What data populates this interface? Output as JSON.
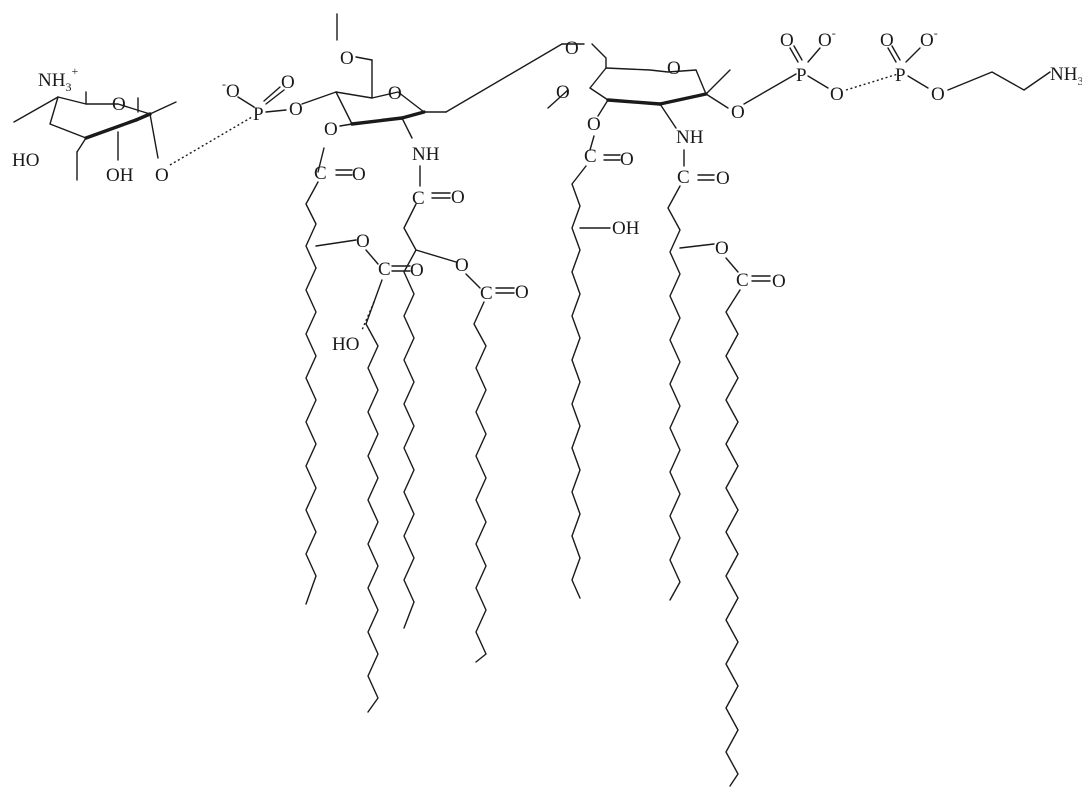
{
  "labels": {
    "o": "O",
    "oh": "OH",
    "ho": "HO",
    "nh": "NH",
    "p": "P",
    "c": "C",
    "nh3": "NH",
    "nh3_sub": "3",
    "nh3_sup": "+",
    "minus": "-",
    "nh3_end": "NH",
    "nh3_end_sub": "3"
  },
  "colors": {
    "ink": "#1a1a1a",
    "background": "#ffffff"
  }
}
